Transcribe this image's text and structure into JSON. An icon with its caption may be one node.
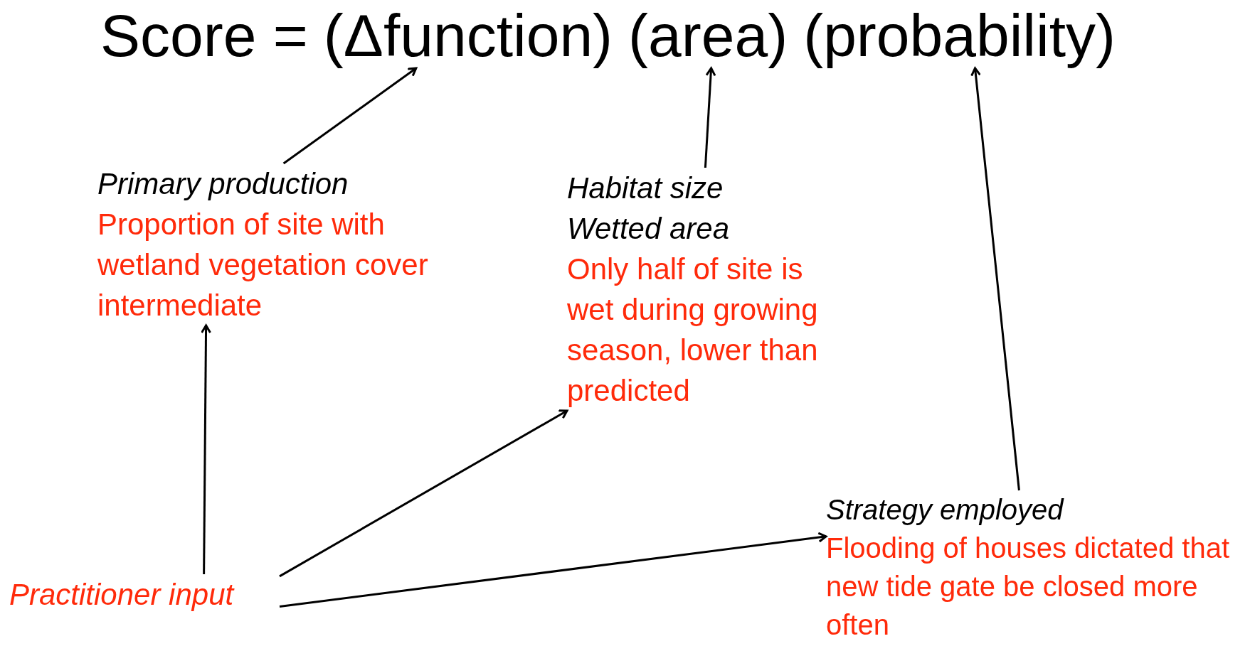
{
  "diagram": {
    "nodes": [
      {
        "text": [
          "(Δfunction)"
        ]
      },
      {
        "text": [
          "(area)"
        ]
      },
      {
        "text": [
          "(probability)"
        ]
      },
      {
        "text": [
          "Primary production",
          "Proportion of site with wetland vegetation cover intermediate"
        ]
      },
      {
        "text": [
          "Habitat size",
          "Wetted area",
          "Only half of site is wet during growing season, lower than predicted"
        ]
      },
      {
        "text": [
          "Strategy employed",
          "Flooding of houses dictated that new tide gate be closed more often"
        ]
      },
      {
        "text": [
          "Practitioner input"
        ]
      }
    ],
    "edges": [
      {
        "from": 3,
        "to": 0,
        "arrow": "to"
      },
      {
        "from": 4,
        "to": 1,
        "arrow": "to"
      },
      {
        "from": 5,
        "to": 2,
        "arrow": "to"
      },
      {
        "from": 6,
        "to": 3,
        "arrow": "to"
      },
      {
        "from": 6,
        "to": 4,
        "arrow": "to"
      },
      {
        "from": 6,
        "to": 5,
        "arrow": "to"
      }
    ],
    "labels": [
      "Score ="
    ]
  }
}
